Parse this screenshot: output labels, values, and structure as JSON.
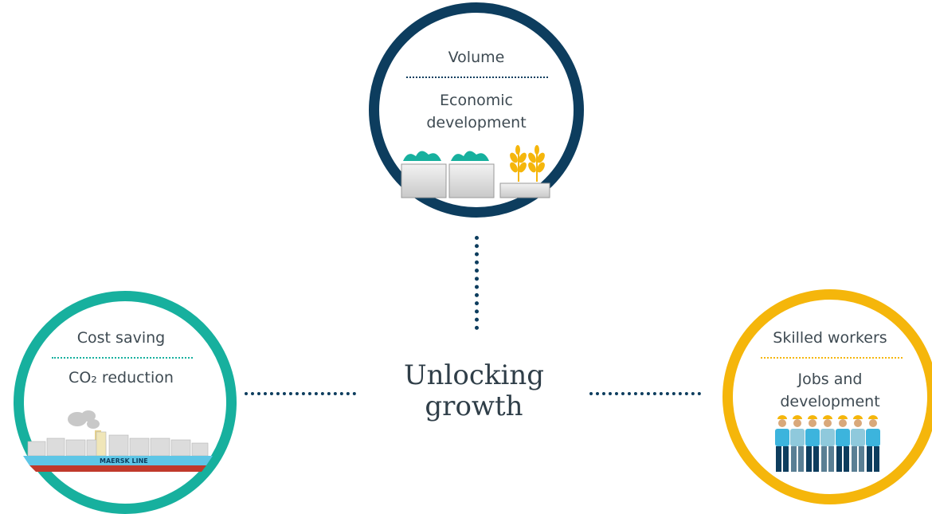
{
  "center": {
    "title_line1": "Unlocking",
    "title_line2": "growth"
  },
  "top_circle": {
    "heading": "Volume",
    "line1": "Economic",
    "line2": "development"
  },
  "left_circle": {
    "heading": "Cost saving",
    "subtitle": "CO₂ reduction",
    "ship_text": "MAERSK LINE"
  },
  "right_circle": {
    "heading": "Skilled workers",
    "line1": "Jobs and",
    "line2": "development"
  },
  "colors": {
    "navy": "#0d3d5e",
    "teal": "#17b09e",
    "yellow": "#f5b60b",
    "text": "#3e4a52",
    "skin": "#d9a87a",
    "worker_blue": "#3cb4dd",
    "worker_dark": "#0d3d5e"
  },
  "icons": [
    "cargo-bin-icon",
    "grain-icon",
    "container-ship-icon",
    "workers-icon"
  ]
}
